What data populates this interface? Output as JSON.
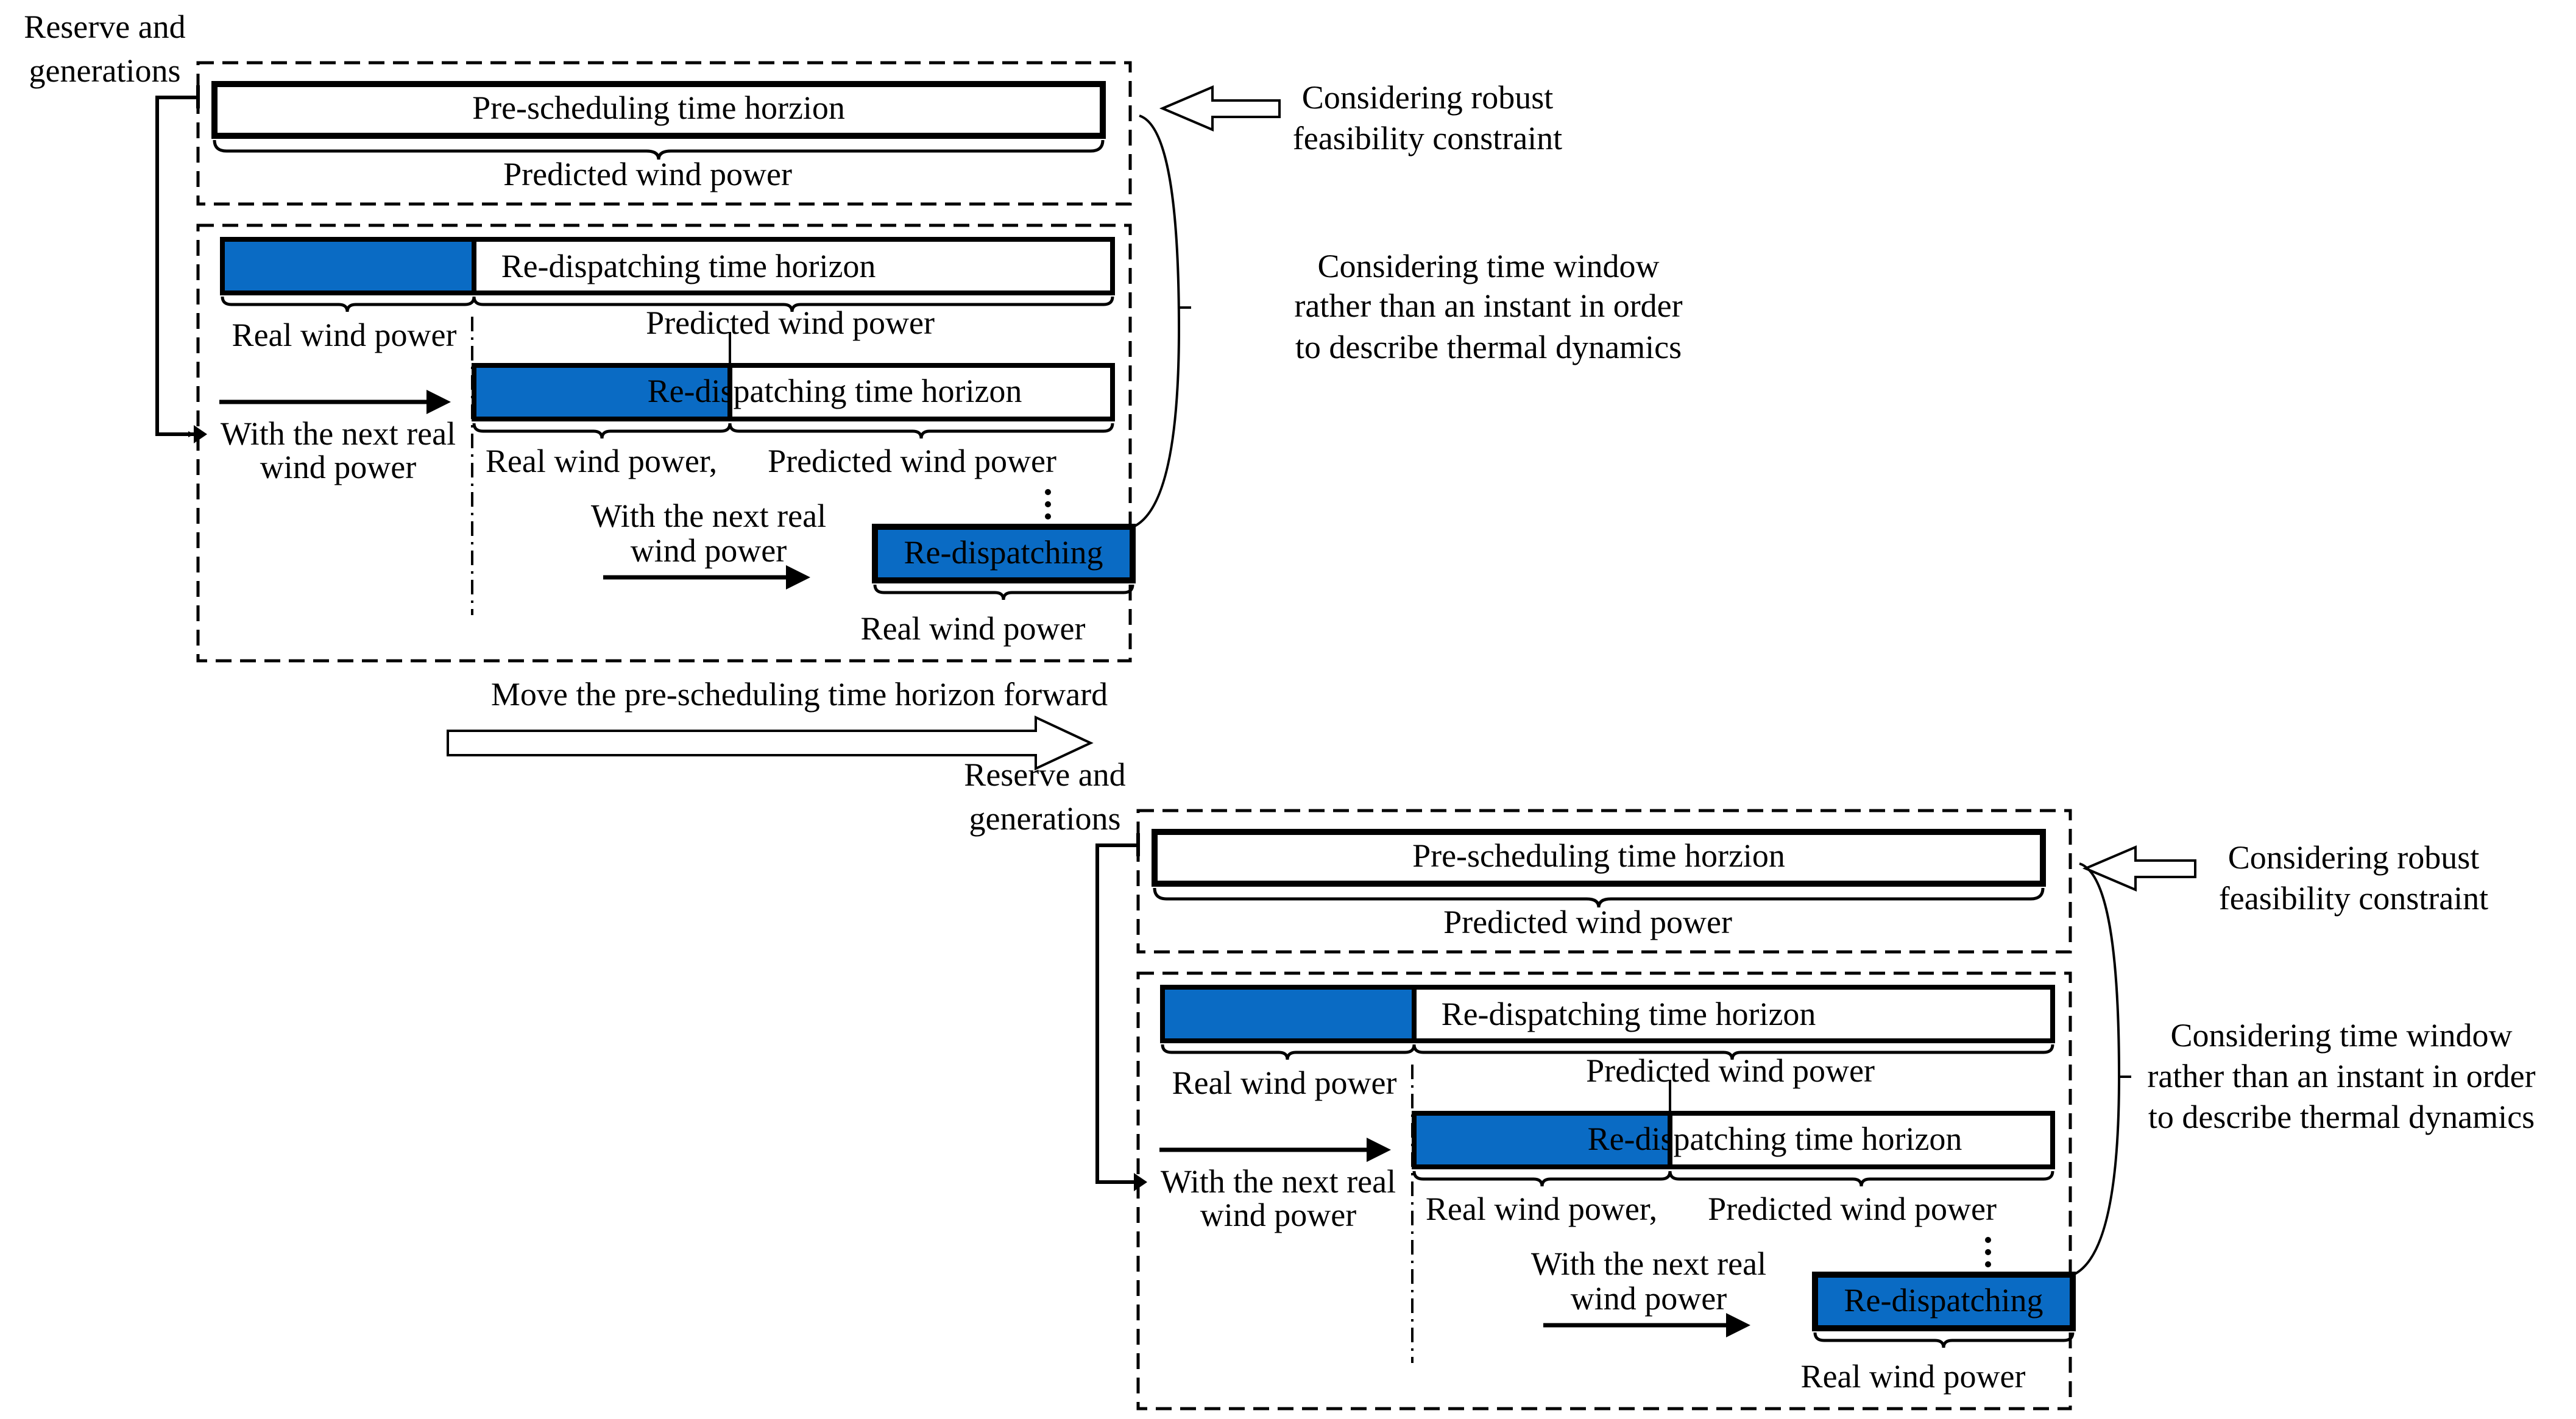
{
  "labels": {
    "reserve_line1": "Reserve and",
    "reserve_line2": "generations",
    "pre_scheduling": "Pre-scheduling time horzion",
    "predicted_wind_power": "Predicted wind power",
    "real_wind_power": "Real wind power",
    "real_wind_power_comma": "Real wind power,",
    "re_dispatching_horizon": "Re-dispatching time horizon",
    "re_dispatching": "Re-dispatching",
    "next_real_line1": "With the next real",
    "next_real_line2": "wind power",
    "robust_line1": "Considering robust",
    "robust_line2": "feasibility constraint",
    "window_line1": "Considering time window",
    "window_line2": "rather than an instant in order",
    "window_line3": "to describe thermal dynamics",
    "move_forward": "Move the pre-scheduling time horizon forward"
  },
  "colors": {
    "real_wind_fill": "#0A6BC4",
    "outline": "#000000",
    "background": "#FFFFFF"
  }
}
